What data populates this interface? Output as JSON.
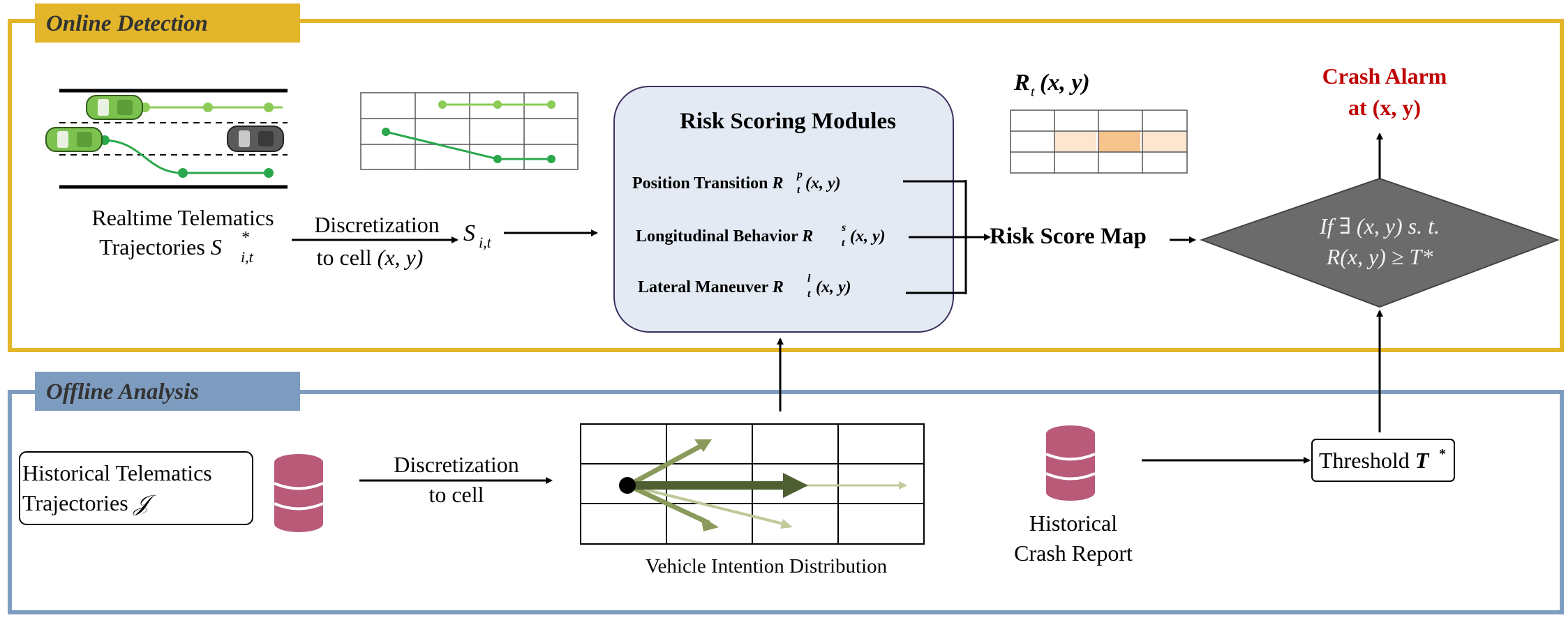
{
  "online": {
    "title": "Online Detection",
    "traj_label_line1": "Realtime Telematics",
    "traj_label_line2": "Trajectories ",
    "traj_symbol": "S",
    "traj_sub": "i,t",
    "traj_sup": "*",
    "disc_line1": "Discretization",
    "disc_line2": "to cell ",
    "disc_xy": "(x, y)",
    "seq_symbol": "S",
    "seq_sub": "i,t",
    "module_title": "Risk Scoring Modules",
    "modules": [
      {
        "label": "Position Transition ",
        "sup": "p"
      },
      {
        "label": "Longitudinal Behavior ",
        "sup": "s"
      },
      {
        "label": "Lateral Maneuver ",
        "sup": "l"
      }
    ],
    "module_R": "R",
    "module_sub": "t",
    "module_xy": "(x, y)",
    "map_title_R": "R",
    "map_title_sub": "t",
    "map_title_xy": "(x, y)",
    "risk_map_label": "Risk Score Map",
    "decision_line1": "If ∃ (x, y) s. t.",
    "decision_line2": "R(x, y) ≥ T*",
    "alarm_line1": "Crash Alarm",
    "alarm_line2": "at (x, y)"
  },
  "offline": {
    "title": "Offline Analysis",
    "hist_line1": "Historical Telematics",
    "hist_line2": "Trajectories ",
    "hist_symbol": "𝒥",
    "disc_line1": "Discretization",
    "disc_line2": "to cell",
    "intention_label": "Vehicle Intention Distribution",
    "crash_line1": "Historical",
    "crash_line2": "Crash Report",
    "threshold_label": "Threshold ",
    "threshold_symbol": "T",
    "threshold_sup": "*"
  },
  "colors": {
    "online_border": "#E3B52A",
    "offline_border": "#7E9CC0",
    "module_fill": "#E4EAF4",
    "diamond_fill": "#6B6B6B",
    "database": "#B85A78",
    "alarm_red": "#C00000",
    "car_green": "#7DC14F",
    "car_gray": "#5A5A5A",
    "traj_light": "#8BCB56",
    "traj_dark": "#2AA84C",
    "heat_light": "#FCE6CE",
    "heat_mid": "#F6C38C",
    "arrow_dark": "#4E5F32",
    "arrow_mid": "#8A9A5B",
    "arrow_light": "#BFC99A"
  }
}
